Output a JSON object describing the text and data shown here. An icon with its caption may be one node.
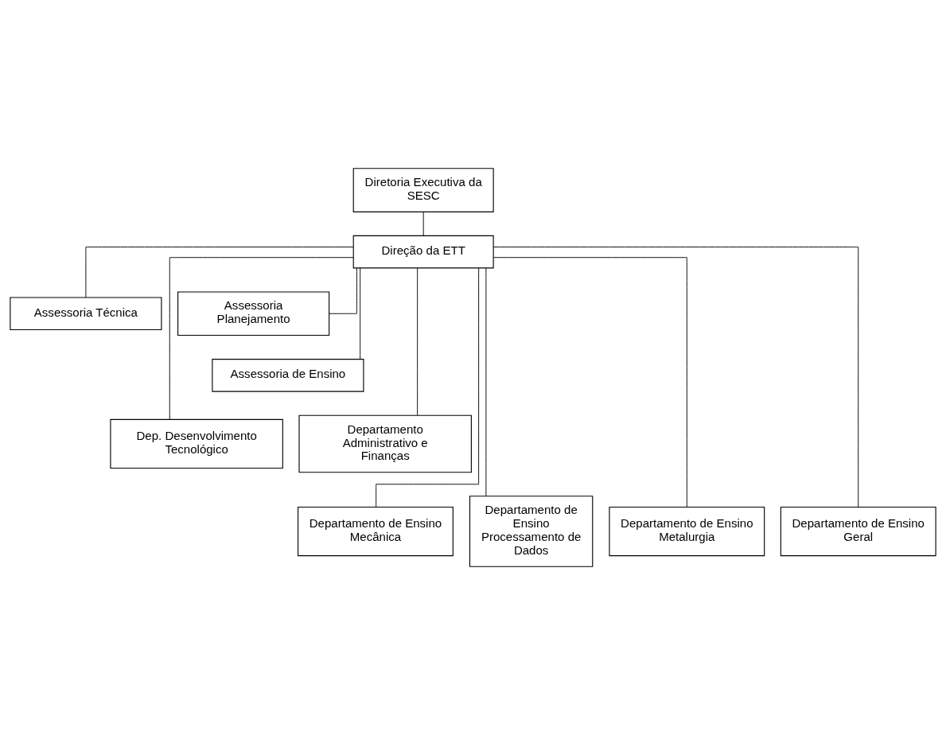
{
  "diagram": {
    "nodes": [
      {
        "text": [
          "Diretoria Executiva da SESC"
        ]
      },
      {
        "text": [
          "Direção da ETT"
        ]
      },
      {
        "text": [
          "Assessoria Técnica"
        ]
      },
      {
        "text": [
          "Assessoria Planejamento"
        ]
      },
      {
        "text": [
          "Assessoria de Ensino"
        ]
      },
      {
        "text": [
          "Dep. Desenvolvimento Tecnológico"
        ]
      },
      {
        "text": [
          "Departamento Administrativo e Finanças"
        ]
      },
      {
        "text": [
          "Departamento de Ensino Mecânica"
        ]
      },
      {
        "text": [
          "Departamento de Ensino Processamento de Dados"
        ]
      },
      {
        "text": [
          "Departamento de Ensino Metalurgia"
        ]
      },
      {
        "text": [
          "Departamento de Ensino Geral"
        ]
      }
    ],
    "edges": [
      {
        "from": 0,
        "to": 1,
        "arrow": "none"
      },
      {
        "from": 1,
        "to": 2,
        "arrow": "none"
      },
      {
        "from": 1,
        "to": 3,
        "arrow": "none"
      },
      {
        "from": 1,
        "to": 4,
        "arrow": "none"
      },
      {
        "from": 1,
        "to": 5,
        "arrow": "none"
      },
      {
        "from": 1,
        "to": 6,
        "arrow": "none"
      },
      {
        "from": 1,
        "to": 7,
        "arrow": "none"
      },
      {
        "from": 1,
        "to": 8,
        "arrow": "none"
      },
      {
        "from": 1,
        "to": 9,
        "arrow": "none"
      },
      {
        "from": 1,
        "to": 10,
        "arrow": "none"
      }
    ]
  }
}
